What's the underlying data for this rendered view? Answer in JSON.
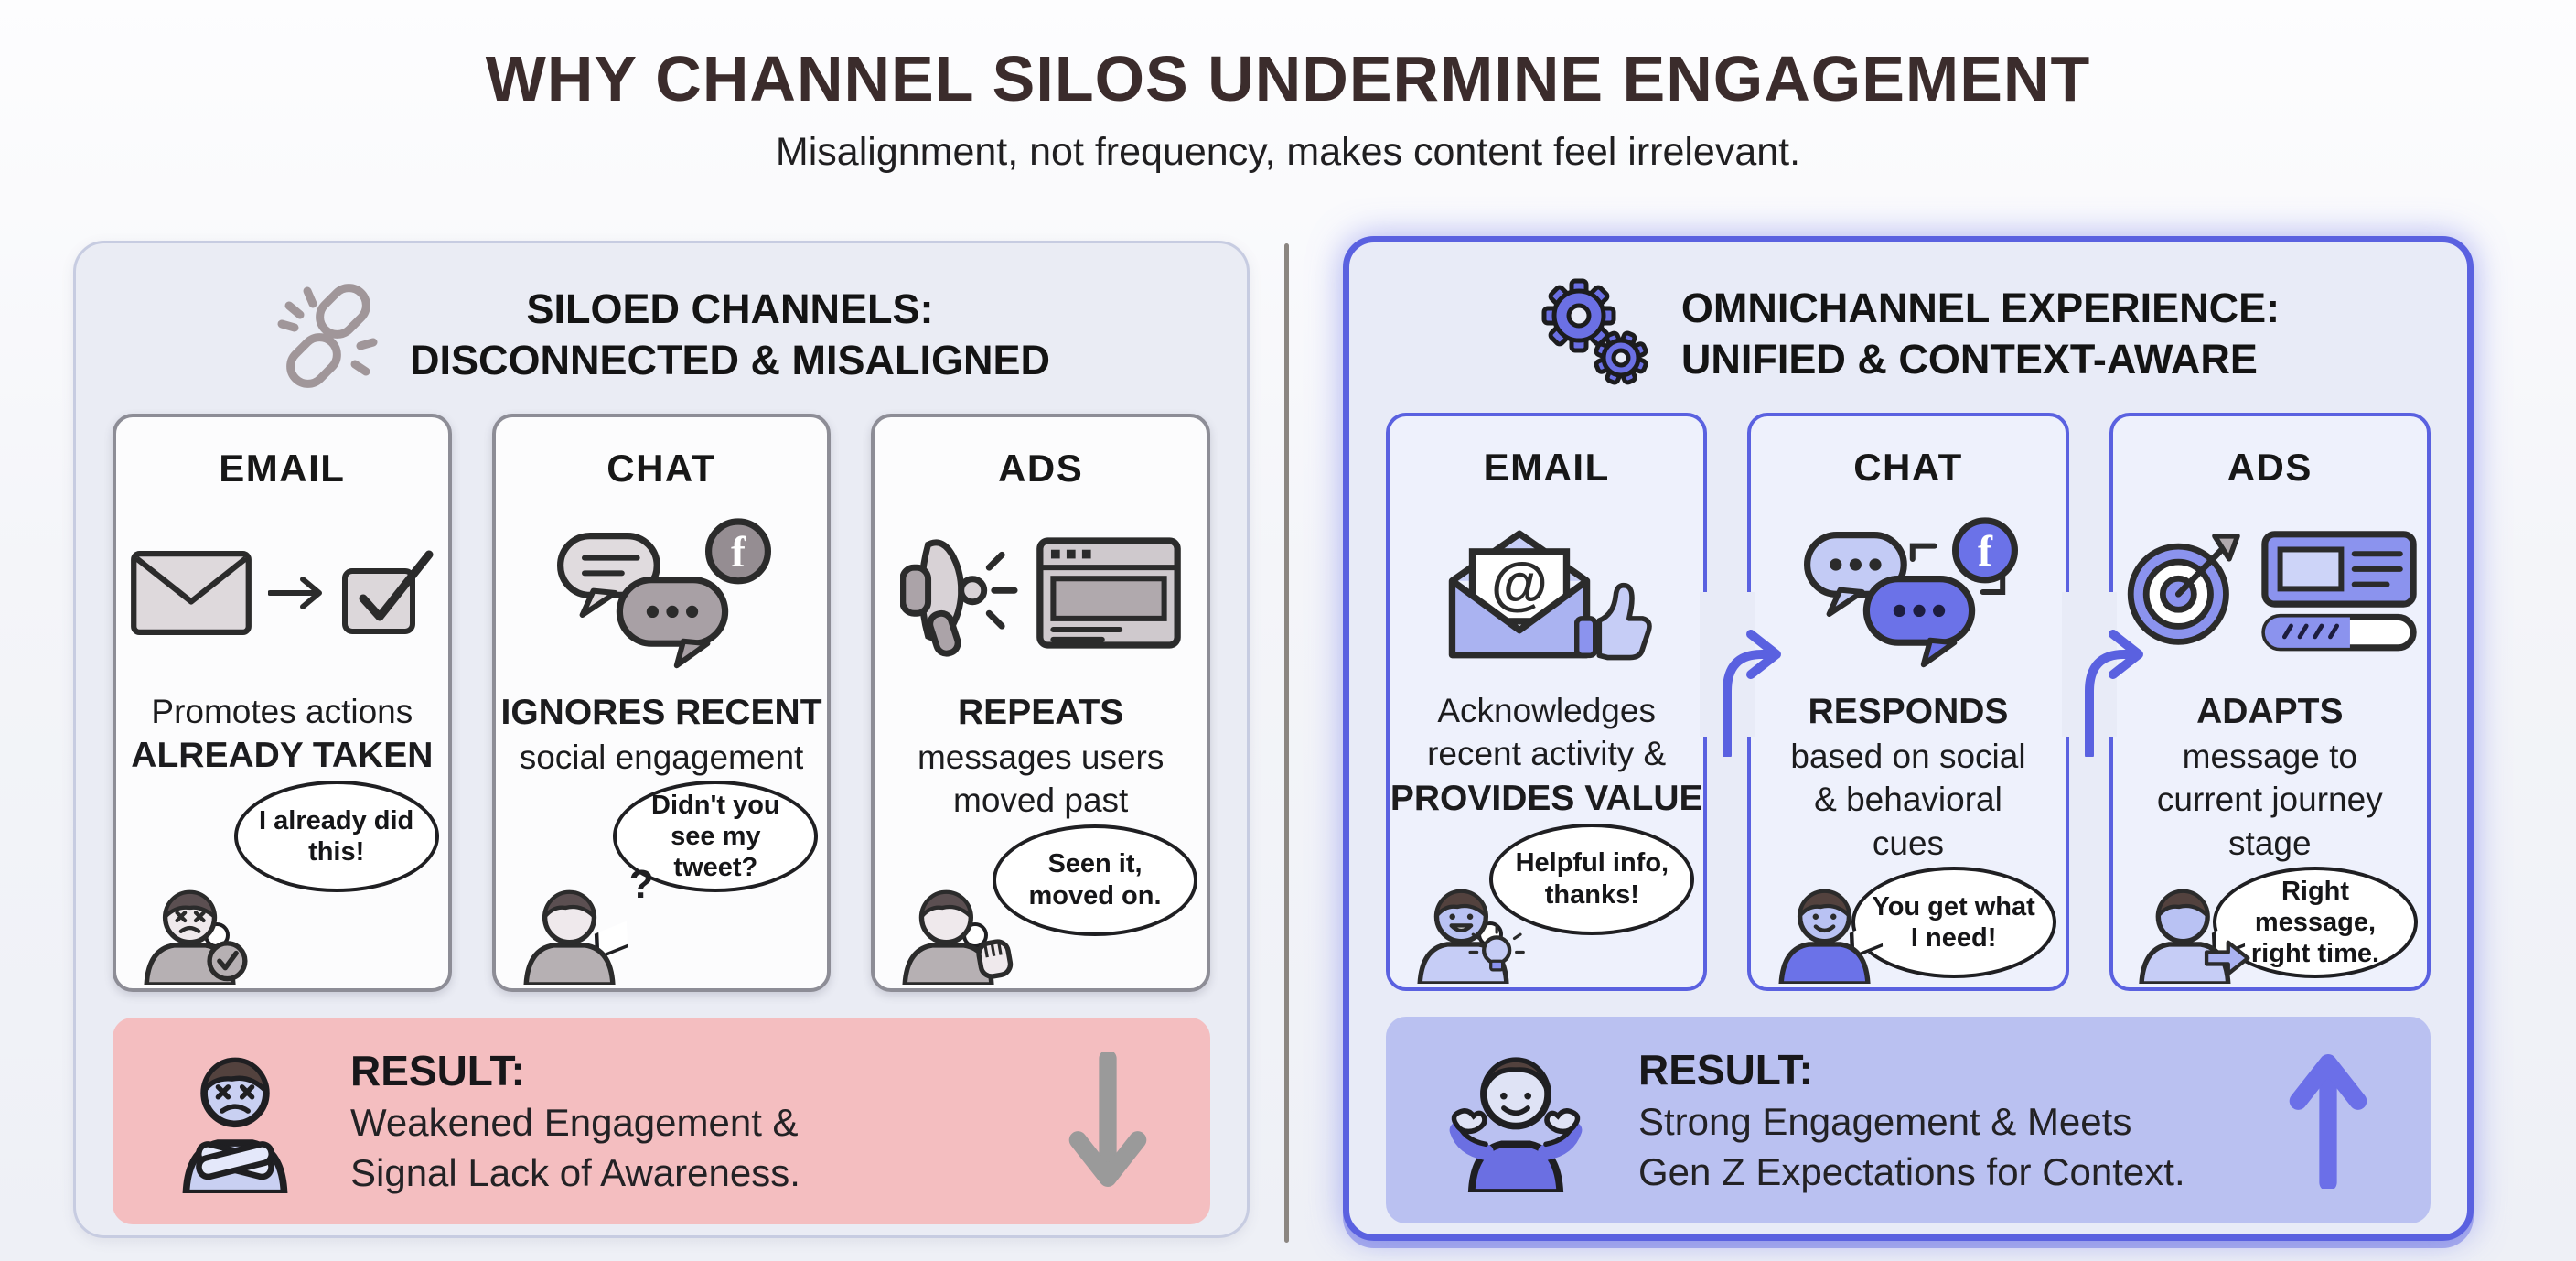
{
  "header": {
    "title": "WHY CHANNEL SILOS UNDERMINE ENGAGEMENT",
    "subtitle": "Misalignment, not frequency, makes content feel irrelevant."
  },
  "left_panel": {
    "icon": "broken-chain-icon",
    "heading_line1": "SILOED CHANNELS:",
    "heading_line2": "DISCONNECTED & MISALIGNED",
    "cards": [
      {
        "title": "EMAIL",
        "icons": [
          "envelope-icon",
          "arrow-right-icon",
          "checkbox-checked-icon"
        ],
        "line_regular": "Promotes actions",
        "line_bold": "ALREADY TAKEN",
        "bubble": "I already did this!",
        "bubble_type": "thought",
        "person": "frustrated-person-check-icon"
      },
      {
        "title": "CHAT",
        "icons": [
          "chat-bubbles-icon",
          "facebook-icon"
        ],
        "line_bold": "IGNORES RECENT",
        "line_regular": "social engagement",
        "bubble": "Didn't you see my tweet?",
        "bubble_type": "speech",
        "person": "questioning-person-icon"
      },
      {
        "title": "ADS",
        "icons": [
          "megaphone-icon",
          "browser-window-icon"
        ],
        "line_bold": "REPEATS",
        "line_regular": "messages users moved past",
        "bubble": "Seen it, moved on.",
        "bubble_type": "thought",
        "person": "dismissive-person-icon"
      }
    ],
    "result": {
      "label": "RESULT:",
      "line1": "Weakened Engagement &",
      "line2": "Signal Lack of Awareness.",
      "icon": "arms-crossed-person-icon",
      "arrow_icon": "down-arrow-icon"
    }
  },
  "right_panel": {
    "icon": "gears-icon",
    "heading_line1": "OMNICHANNEL EXPERIENCE:",
    "heading_line2": "UNIFIED & CONTEXT-AWARE",
    "cards": [
      {
        "title": "EMAIL",
        "icons": [
          "open-envelope-at-icon",
          "thumbs-up-icon"
        ],
        "line_regular": "Acknowledges recent activity &",
        "line_bold": "PROVIDES VALUE",
        "bubble": "Helpful info, thanks!",
        "bubble_type": "thought",
        "person": "happy-person-lightbulb-icon"
      },
      {
        "title": "CHAT",
        "icons": [
          "chat-bubbles-icon",
          "facebook-icon"
        ],
        "line_bold": "RESPONDS",
        "line_regular": "based on social & behavioral cues",
        "bubble": "You get what I need!",
        "bubble_type": "speech",
        "person": "happy-person-icon"
      },
      {
        "title": "ADS",
        "icons": [
          "target-dart-icon",
          "ad-banner-icon"
        ],
        "line_bold": "ADAPTS",
        "line_regular": "message to current journey stage",
        "bubble": "Right message, right time.",
        "bubble_type": "speech",
        "person": "forward-person-icon"
      }
    ],
    "result": {
      "label": "RESULT:",
      "line1": "Strong Engagement & Meets",
      "line2": "Gen Z Expectations for Context.",
      "icon": "shrugging-person-icon",
      "arrow_icon": "up-arrow-icon"
    }
  },
  "colors": {
    "accent_purple": "#5a61e0",
    "icon_purple_fill": "#8b93ee",
    "panel_left_bg": "#eaecf4",
    "panel_right_bg": "#e8ebf7",
    "result_negative_bg": "#f4bec0",
    "result_positive_bg": "#bac1f1",
    "card_left_border": "#8d8d96",
    "down_arrow_gray": "#9a9a9a",
    "divider_gray": "#8b8681",
    "title_brown": "#3b2c2c"
  }
}
